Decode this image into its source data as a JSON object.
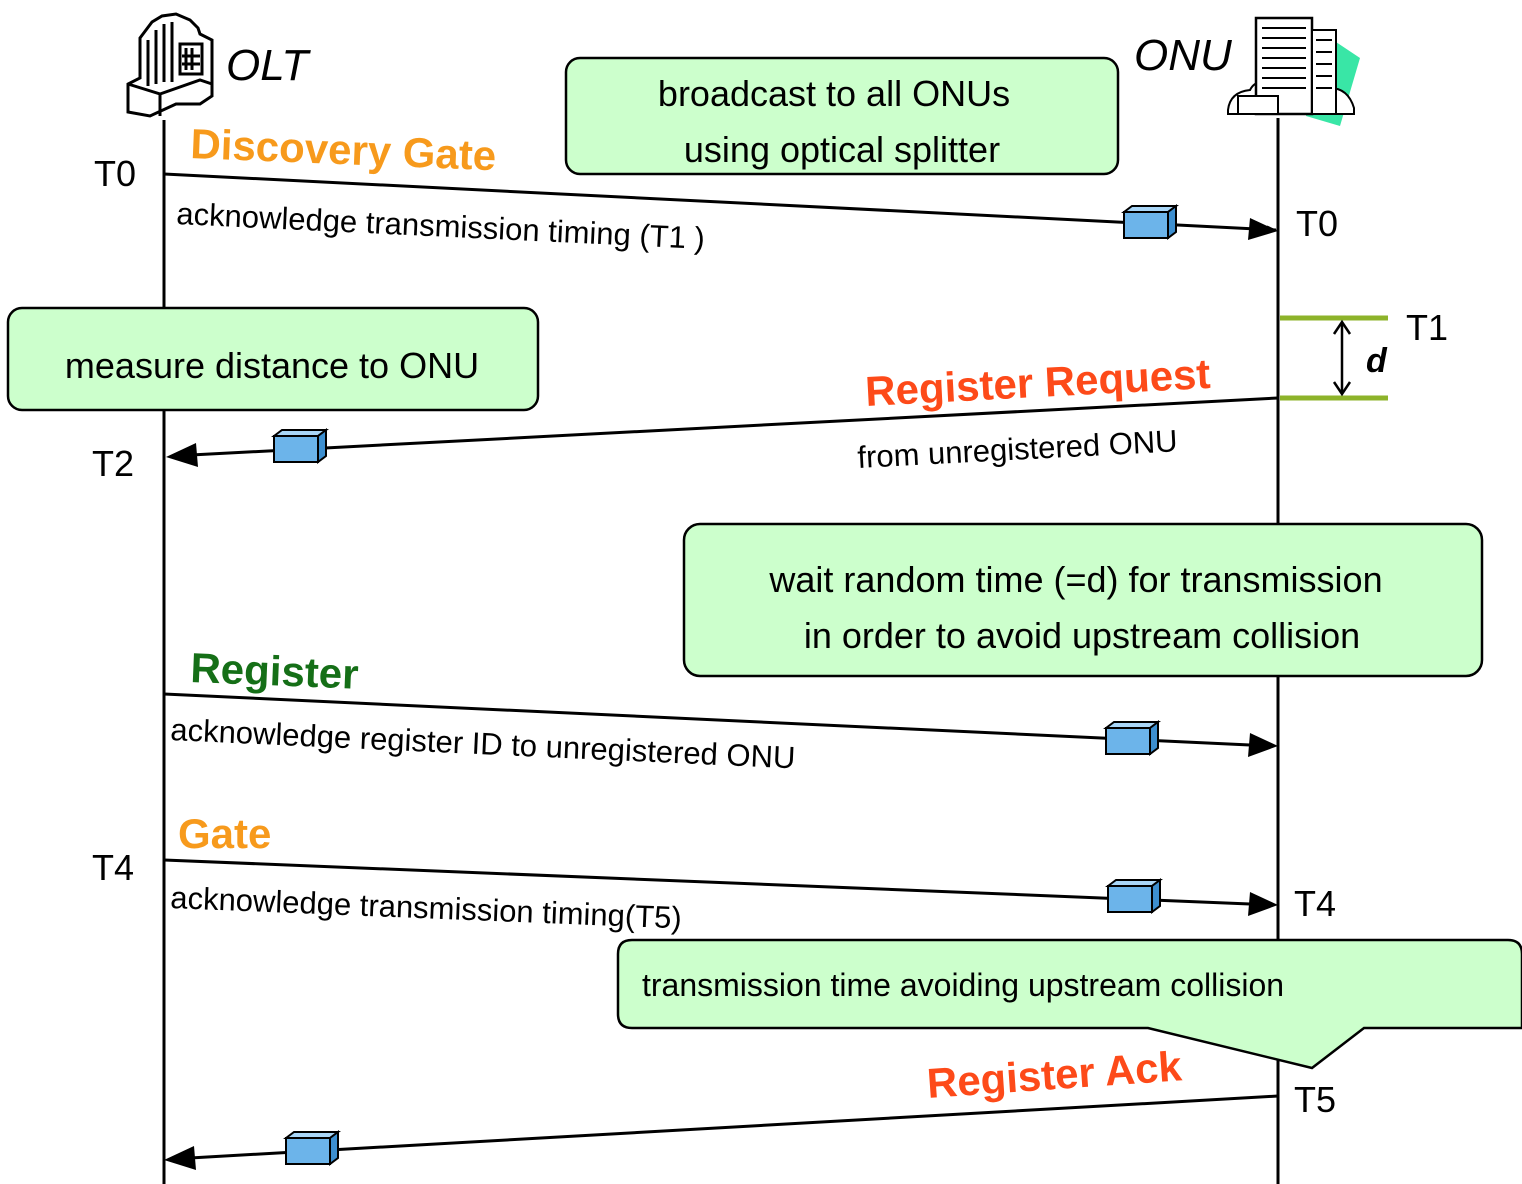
{
  "colors": {
    "orange": "#f79a1c",
    "red": "#fd4a19",
    "green": "#156f17",
    "note_fill": "#ccffcc",
    "packet": "#6cb4ea",
    "marker": "#8db32a"
  },
  "entities": {
    "olt": {
      "label": "OLT",
      "icon": "office-building-icon"
    },
    "onu": {
      "label": "ONU",
      "icon": "apartment-building-icon"
    }
  },
  "notes": {
    "broadcast": {
      "line1": "broadcast to all ONUs",
      "line2": "using optical splitter"
    },
    "measure": {
      "text": "measure distance to ONU"
    },
    "wait": {
      "line1": "wait random time (=d) for transmission",
      "line2": "in order to avoid upstream collision"
    },
    "transmission": {
      "text": "transmission time avoiding upstream collision"
    }
  },
  "messages": {
    "discovery_gate": {
      "label": "Discovery Gate",
      "desc": "acknowledge transmission timing (T1 )"
    },
    "register_request": {
      "label": "Register Request",
      "desc": "from unregistered ONU"
    },
    "register": {
      "label": "Register",
      "desc": "acknowledge register ID to unregistered ONU"
    },
    "gate": {
      "label": "Gate",
      "desc": "acknowledge transmission timing(T5)"
    },
    "register_ack": {
      "label": "Register Ack"
    }
  },
  "times": {
    "olt_t0": "T0",
    "onu_t0": "T0",
    "t1": "T1",
    "d": "d",
    "t2": "T2",
    "olt_t4": "T4",
    "onu_t4": "T4",
    "t5": "T5"
  }
}
